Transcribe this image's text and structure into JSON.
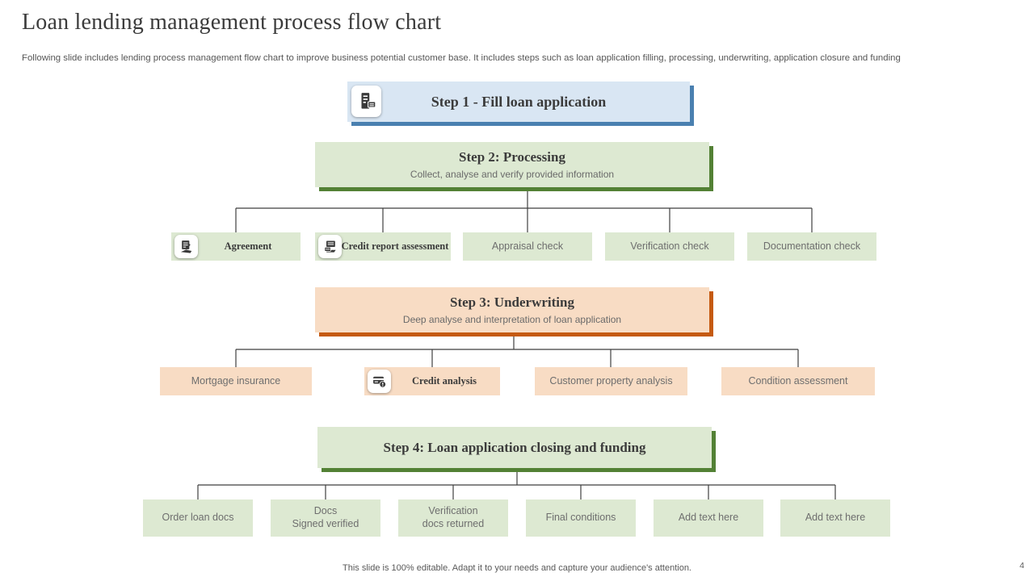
{
  "slide": {
    "title": "Loan lending management process flow chart",
    "subtitle": "Following slide includes lending process management flow chart to improve business potential customer base. It includes steps such as loan application filling, processing, underwriting, application closure and funding",
    "footer": "This slide is 100% editable. Adapt it to your needs and capture your audience's attention.",
    "page_number": "4"
  },
  "colors": {
    "blue_fill": "#d9e6f3",
    "blue_shadow": "#4a80b0",
    "green_fill": "#dde9d2",
    "green_shadow": "#538135",
    "orange_fill": "#f8dcc4",
    "orange_shadow": "#c55a11",
    "connector_line": "#3f3f3f",
    "dark_text": "#3b3b3b",
    "gray_text": "#6e6e6e"
  },
  "steps": {
    "step1": {
      "label": "Step 1 - Fill loan application",
      "icon": "loan-application-form-icon"
    },
    "step2": {
      "title": "Step 2: Processing",
      "subtitle": "Collect, analyse and verify  provided  information",
      "children": [
        {
          "label": "Agreement",
          "icon": "agreement-stamp-icon"
        },
        {
          "label": "Credit report assessment",
          "icon": "credit-report-icon"
        },
        {
          "label": "Appraisal check"
        },
        {
          "label": "Verification check"
        },
        {
          "label": "Documentation check"
        }
      ]
    },
    "step3": {
      "title": "Step 3: Underwriting",
      "subtitle": "Deep analyse and interpretation  of loan  application",
      "children": [
        {
          "label": "Mortgage  insurance"
        },
        {
          "label": "Credit  analysis",
          "icon": "credit-card-alert-icon"
        },
        {
          "label": "Customer  property  analysis"
        },
        {
          "label": "Condition  assessment"
        }
      ]
    },
    "step4": {
      "title": "Step 4: Loan application closing and funding",
      "children": [
        {
          "label": "Order  loan  docs"
        },
        {
          "line1": "Docs",
          "line2": "Signed verified"
        },
        {
          "line1": "Verification",
          "line2": "docs returned"
        },
        {
          "label": "Final  conditions"
        },
        {
          "label": "Add text here"
        },
        {
          "label": "Add text here"
        }
      ]
    }
  }
}
